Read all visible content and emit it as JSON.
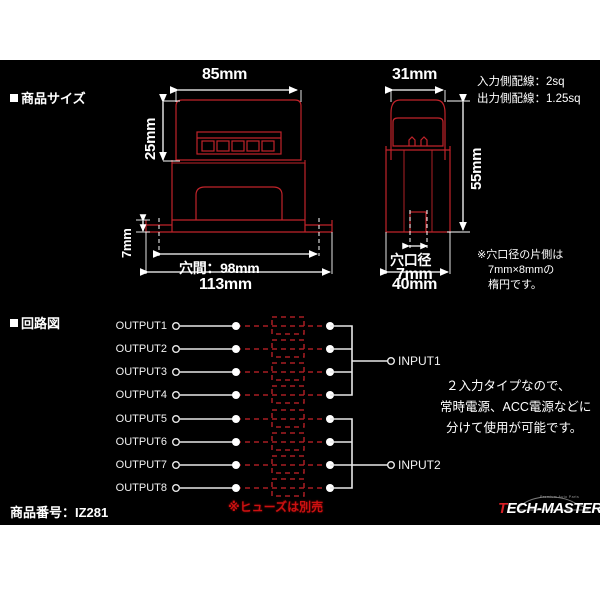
{
  "product_number_label": "商品番号：IZ281",
  "brand": {
    "name_part1": "T",
    "name_part2": "ECH-MASTER",
    "tagline": "Premium Auto Parts"
  },
  "sections": {
    "size": {
      "heading": "商品サイズ"
    },
    "circuit": {
      "heading": "回路図"
    }
  },
  "front_view": {
    "width_top": "85mm",
    "height_body": "25mm",
    "foot_height": "7mm",
    "hole_pitch": "穴間：98mm",
    "width_total": "113mm"
  },
  "side_view": {
    "width_top": "31mm",
    "height_total": "55mm",
    "hole_dia_label": "穴口径",
    "hole_dia_value": "7mm",
    "width_total": "40mm"
  },
  "wiring_spec": {
    "input": "入力側配線：2sq",
    "output": "出力側配線：1.25sq"
  },
  "hole_note": [
    "※穴口径の片側は",
    "7mm×8mmの",
    "楕円です。"
  ],
  "circuit": {
    "outputs": [
      "OUTPUT1",
      "OUTPUT2",
      "OUTPUT3",
      "OUTPUT4",
      "OUTPUT5",
      "OUTPUT6",
      "OUTPUT7",
      "OUTPUT8"
    ],
    "inputs": [
      "INPUT1",
      "INPUT2"
    ],
    "fuse_warning": "※ヒューズは別売",
    "description": [
      "２入力タイプなので、",
      "常時電源、ACC電源などに",
      "分けて使用が可能です。"
    ]
  },
  "colors": {
    "background": "#000000",
    "outline_red": "#c0232a",
    "wire_white": "#e8e8e8",
    "fuse_dash_red": "#a81d22",
    "warning_red": "#cc1111",
    "brand_red": "#d81f26"
  }
}
